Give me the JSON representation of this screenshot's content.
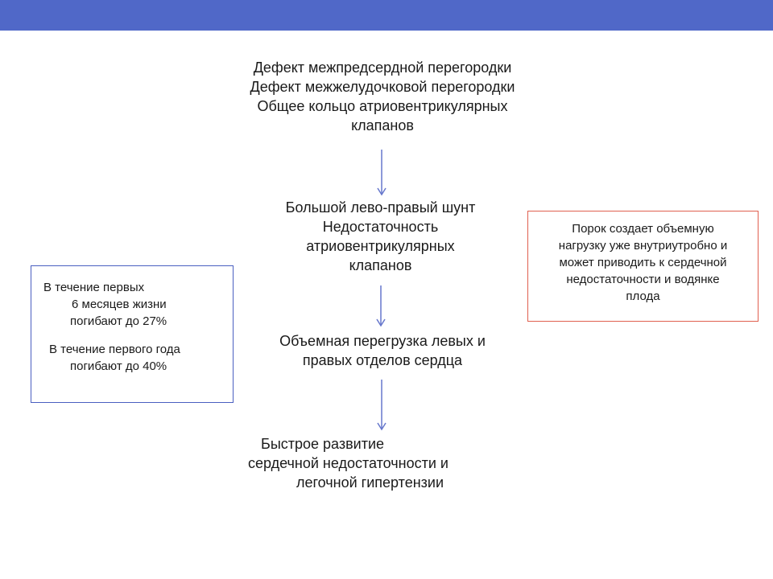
{
  "flow": {
    "step1": {
      "lines": [
        "Дефект межпредсердной перегородки",
        "Дефект межжелудочковой перегородки",
        "Общее кольцо атриовентрикулярных",
        "клапанов"
      ]
    },
    "step2": {
      "lines": [
        "Большой лево-правый шунт",
        "Недостаточность",
        "атриовентрикулярных",
        "клапанов"
      ]
    },
    "step3": {
      "lines": [
        "Объемная перегрузка левых и",
        "правых отделов сердца"
      ]
    },
    "step4": {
      "lines": [
        "Быстрое развитие",
        "сердечной недостаточности и",
        "легочной гипертензии"
      ]
    }
  },
  "survival_note": {
    "lines": [
      "В течение первых",
      "6 месяцев жизни",
      "погибают до 27%",
      "В течение первого года",
      "погибают до 40%"
    ]
  },
  "prenatal_note": {
    "lines": [
      "Порок создает объемную",
      "нагрузку уже внутриутробно и",
      "может приводить к сердечной",
      "недостаточности и водянке",
      "плода"
    ]
  },
  "colors": {
    "header_bar": "#5068c8",
    "arrow": "#6677cc",
    "survival_border": "#4a5fc0",
    "prenatal_border": "#e06050"
  }
}
